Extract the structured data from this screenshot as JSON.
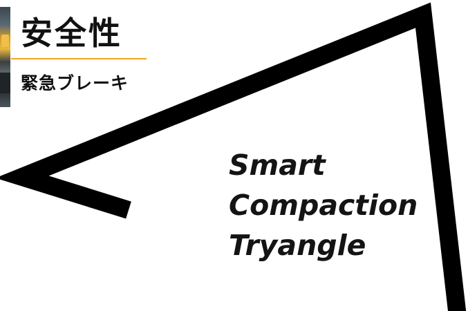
{
  "section": {
    "title": "安全性",
    "subtitle": "緊急ブレーキ"
  },
  "slogan": {
    "lines": [
      "Smart",
      "Compaction",
      "Tryangle"
    ]
  },
  "colors": {
    "accent_rule": "#f0a81c",
    "text": "#111111",
    "triangle_stroke": "#000000",
    "background": "#ffffff"
  }
}
